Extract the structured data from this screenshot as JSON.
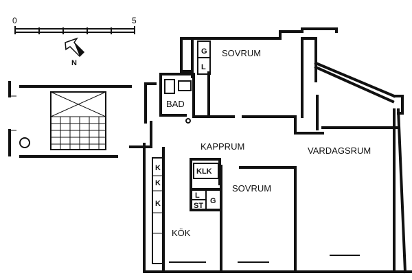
{
  "scale": {
    "min_label": "0",
    "max_label": "5"
  },
  "north": {
    "label": "N"
  },
  "rooms": {
    "sovrum_1": "SOVRUM",
    "bad": "BAD",
    "kapprum": "KAPPRUM",
    "vardagsrum": "VARDAGSRUM",
    "sovrum_2": "SOVRUM",
    "kok": "KÖK"
  },
  "fixtures": {
    "g_top": "G",
    "l_top": "L",
    "klk": "KLK",
    "l_mid": "L",
    "st": "ST",
    "g_mid": "G",
    "k_1": "K",
    "k_2": "K",
    "k_3": "K"
  }
}
